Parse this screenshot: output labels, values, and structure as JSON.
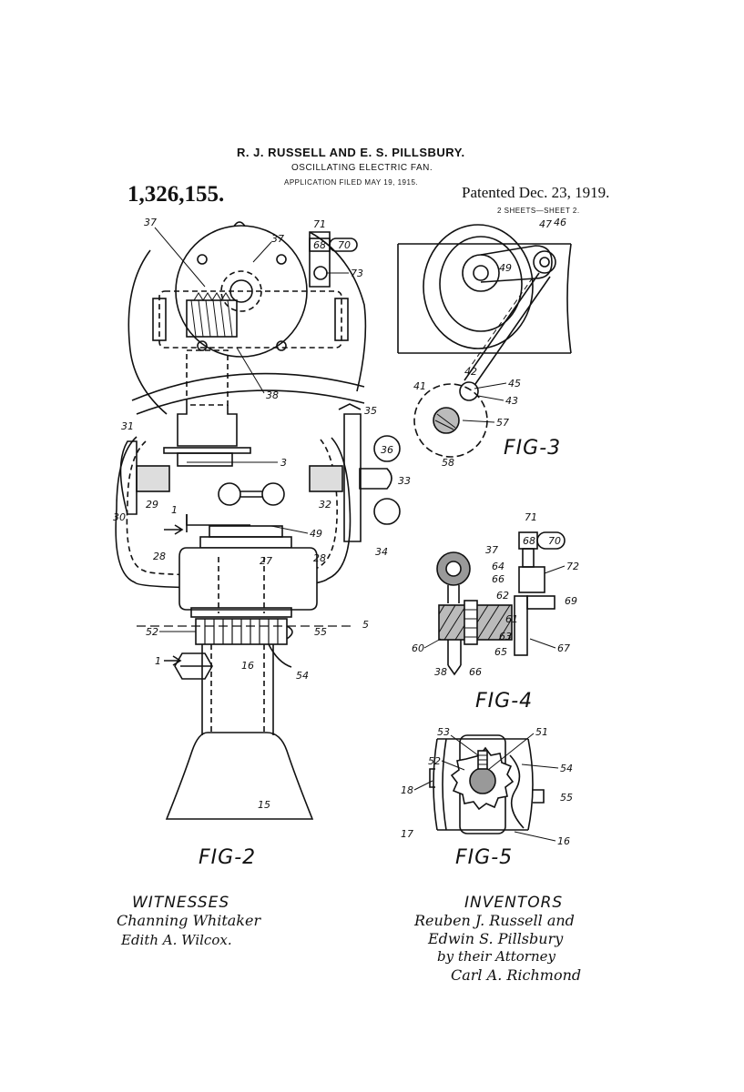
{
  "header": {
    "inventors": "R. J. RUSSELL AND E. S. PILLSBURY.",
    "title": "OSCILLATING ELECTRIC FAN.",
    "application": "APPLICATION FILED MAY 19, 1915.",
    "patent_number": "1,326,155.",
    "patented": "Patented Dec. 23, 1919.",
    "sheets": "2 SHEETS—SHEET 2."
  },
  "figures": {
    "fig2": "FIG-2",
    "fig3": "FIG-3",
    "fig4": "FIG-4",
    "fig5": "FIG-5"
  },
  "refs": {
    "fig2": [
      "37",
      "37",
      "71",
      "68",
      "70",
      "73",
      "38",
      "31",
      "35",
      "36",
      "3",
      "33",
      "30",
      "29",
      "32",
      "1",
      "49",
      "34",
      "28",
      "27",
      "28",
      "5",
      "52",
      "55",
      "1",
      "16",
      "54",
      "15"
    ],
    "fig3": [
      "47",
      "46",
      "49",
      "42",
      "45",
      "41",
      "43",
      "57",
      "58"
    ],
    "fig4": [
      "71",
      "68",
      "70",
      "72",
      "37",
      "64",
      "66",
      "62",
      "69",
      "61",
      "60",
      "63",
      "65",
      "67",
      "38",
      "66"
    ],
    "fig5": [
      "53",
      "51",
      "52",
      "54",
      "18",
      "55",
      "17",
      "16"
    ]
  },
  "witnesses": {
    "label": "WITNESSES",
    "names": [
      "Channing Whitaker",
      "Edith A. Wilcox."
    ]
  },
  "inventors": {
    "label": "INVENTORS",
    "lines": [
      "Reuben J. Russell and",
      "Edwin S. Pillsbury",
      "by their Attorney",
      "Carl A. Richmond"
    ]
  }
}
